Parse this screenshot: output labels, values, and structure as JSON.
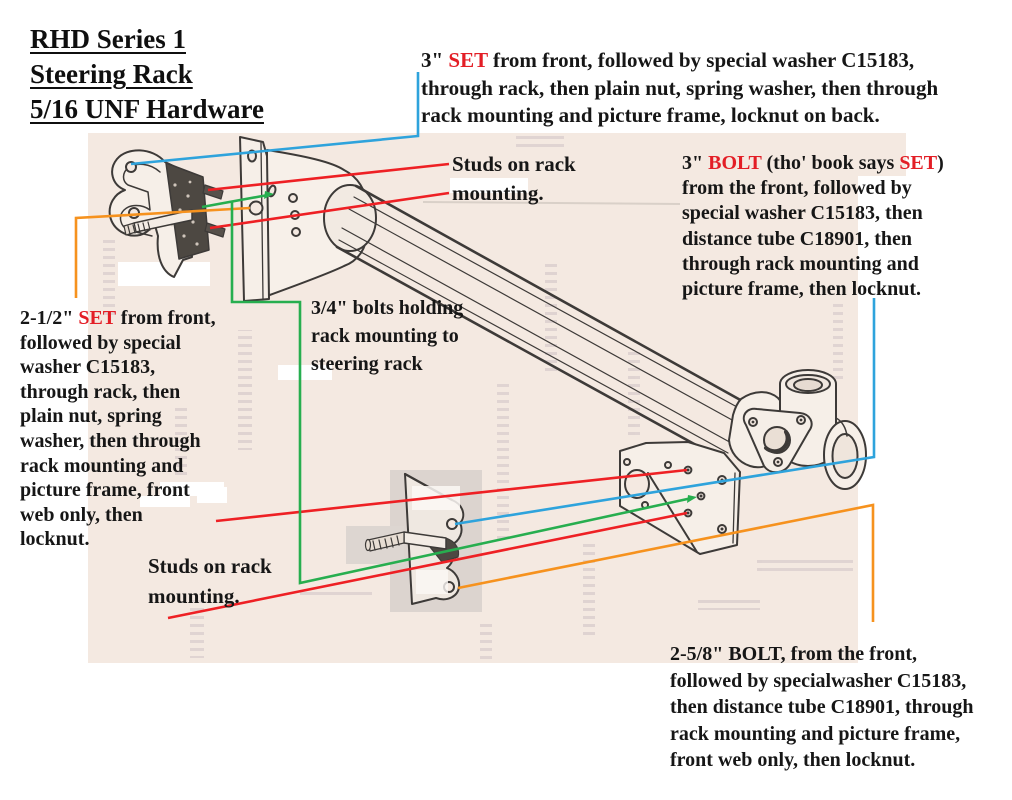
{
  "title": {
    "line1": "RHD Series 1",
    "line2": "Steering Rack",
    "line3": "5/16 UNF Hardware"
  },
  "annotations": {
    "top": {
      "l1_pre": "3\" ",
      "l1_red": "SET",
      "l1_post": " from front, followed by special washer C15183,",
      "l2": "through rack, then plain nut, spring washer, then through",
      "l3": "rack mounting and picture frame, locknut on back."
    },
    "studs_top": {
      "l1": "Studs on rack",
      "l2": "mounting."
    },
    "right": {
      "l1_pre": "3\" ",
      "l1_red": "BOLT",
      "l1_mid": " (tho' book says ",
      "l1_red2": "SET",
      "l1_post": ")",
      "l2": "from the front, followed by",
      "l3": "special washer C15183, then",
      "l4": "distance tube C18901, then",
      "l5": "through rack mounting and",
      "l6": "picture frame, then locknut."
    },
    "left": {
      "l1_pre": "2-1/2\" ",
      "l1_red": "SET",
      "l1_post": " from front,",
      "l2": "followed by special",
      "l3": "washer C15183,",
      "l4": "through rack, then",
      "l5": "plain nut, spring",
      "l6": "washer, then through",
      "l7": "rack mounting and",
      "l8": "picture frame, front",
      "l9": "web only, then",
      "l10": "locknut."
    },
    "bolts_mid": {
      "l1": "3/4\" bolts holding",
      "l2": "rack mounting to",
      "l3": "steering rack"
    },
    "studs_bottom": {
      "l1": "Studs on rack",
      "l2": "mounting."
    },
    "bottom": {
      "l1": "2-5/8\" BOLT, from the front,",
      "l2": "followed by specialwasher C15183,",
      "l3": "then distance tube C18901, through",
      "l4": "rack mounting and picture frame,",
      "l5": "front web only, then locknut."
    }
  },
  "colors": {
    "text_red": "#e31e26",
    "red_line": "#ee2024",
    "blue_line": "#2ea3dc",
    "green_line": "#27ae4f",
    "orange_line": "#f6921e",
    "ink": "#3d3a38",
    "scan_bg": "#f4e9e1"
  }
}
